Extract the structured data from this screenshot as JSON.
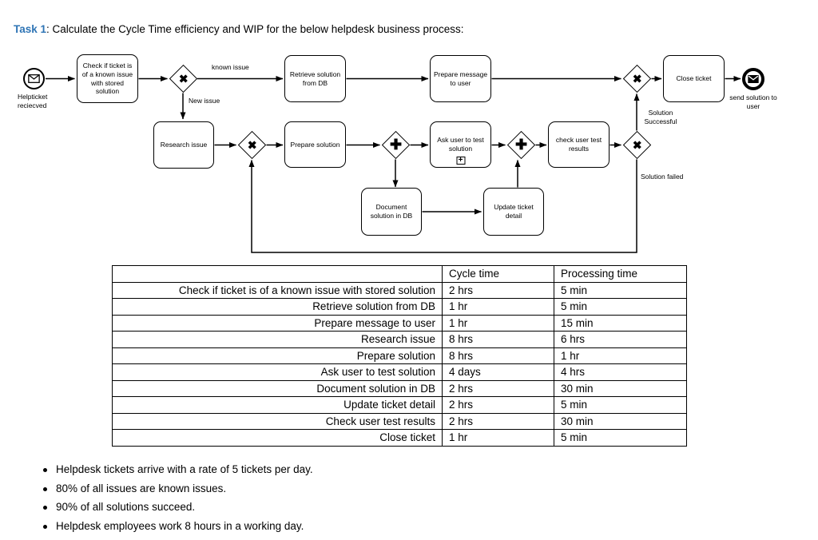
{
  "title": {
    "prefix": "Task 1",
    "rest": ": Calculate the Cycle Time efficiency and WIP for the below helpdesk business process:"
  },
  "colors": {
    "accent_blue": "#2E74B5",
    "line": "#000000"
  },
  "icons": {
    "xor_gateway": "✖",
    "and_gateway": "✚",
    "subprocess_plus": "+",
    "start_envelope": "envelope-outline",
    "end_envelope": "envelope-filled"
  },
  "diagram": {
    "nodes": {
      "start_label": "Helpticket reciecved",
      "check_ticket": "Check if ticket is of a known issue with stored solution",
      "retrieve": "Retrieve solution from DB",
      "prepare_message": "Prepare message to user",
      "close_ticket": "Close ticket",
      "end_label": "send solution to user",
      "research": "Research issue",
      "prepare_solution": "Prepare solution",
      "ask_user": "Ask user to test solution",
      "check_results": "check user test results",
      "document_solution": "Document solution in DB",
      "update_ticket": "Update ticket detail"
    },
    "edge_labels": {
      "known_issue": "known issue",
      "new_issue": "New issue",
      "solution_successful": "Solution Successful",
      "solution_failed": "Solution failed"
    }
  },
  "table": {
    "headers": {
      "activity": "",
      "cycle": "Cycle time",
      "processing": "Processing time"
    },
    "rows": [
      {
        "activity": "Check if ticket is of a known issue with stored solution",
        "cycle": "2 hrs",
        "processing": "5 min"
      },
      {
        "activity": "Retrieve solution from DB",
        "cycle": "1 hr",
        "processing": "5 min"
      },
      {
        "activity": "Prepare message to user",
        "cycle": "1 hr",
        "processing": "15 min"
      },
      {
        "activity": "Research issue",
        "cycle": "8 hrs",
        "processing": "6 hrs"
      },
      {
        "activity": "Prepare solution",
        "cycle": "8 hrs",
        "processing": "1 hr"
      },
      {
        "activity": "Ask user to test solution",
        "cycle": "4 days",
        "processing": "4 hrs"
      },
      {
        "activity": "Document solution in DB",
        "cycle": "2 hrs",
        "processing": "30 min"
      },
      {
        "activity": "Update ticket detail",
        "cycle": "2 hrs",
        "processing": "5 min"
      },
      {
        "activity": "Check user test results",
        "cycle": "2 hrs",
        "processing": "30 min"
      },
      {
        "activity": "Close ticket",
        "cycle": "1 hr",
        "processing": "5 min"
      }
    ]
  },
  "bullets": [
    "Helpdesk tickets arrive with a rate of 5 tickets per day.",
    "80% of all issues are known issues.",
    "90% of all solutions succeed.",
    "Helpdesk employees work 8 hours in a working day."
  ]
}
